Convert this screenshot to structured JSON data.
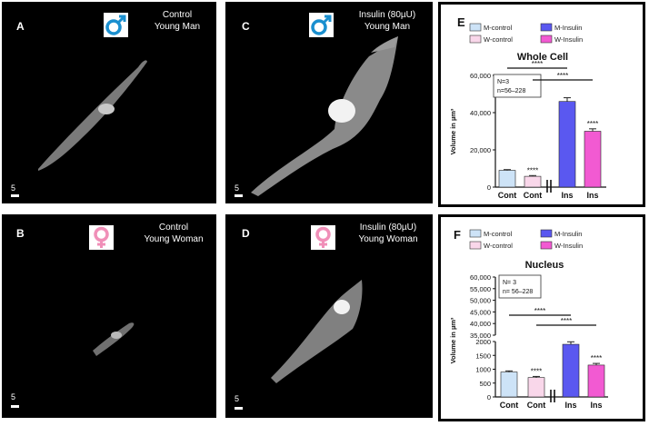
{
  "panels": {
    "A": {
      "letter": "A",
      "title1": "Control",
      "title2": "Young Man",
      "symbol": "male-symbol-icon",
      "scale": "5"
    },
    "B": {
      "letter": "B",
      "title1": "Control",
      "title2": "Young Woman",
      "symbol": "female-symbol-icon",
      "scale": "5"
    },
    "C": {
      "letter": "C",
      "title1": "Insulin (80µU)",
      "title2": "Young Man",
      "symbol": "male-symbol-icon",
      "scale": "5"
    },
    "D": {
      "letter": "D",
      "title1": "Insulin (80µU)",
      "title2": "Young Woman",
      "symbol": "female-symbol-icon",
      "scale": "5"
    }
  },
  "colors": {
    "male": "#1a8fcf",
    "female": "#f08fb8",
    "m_control": "#cde3f7",
    "w_control": "#f9d7ea",
    "m_insulin": "#5a58f0",
    "w_insulin": "#f25ad2"
  },
  "chart_data": [
    {
      "panel": "E",
      "type": "bar",
      "title": "Whole Cell",
      "ylabel": "Volume in µm³",
      "legend": [
        "M-control",
        "W-control",
        "M-Insulin",
        "W-Insulin"
      ],
      "categories": [
        "Cont",
        "Cont",
        "Ins",
        "Ins"
      ],
      "values": [
        9000,
        5800,
        46000,
        30000
      ],
      "errors": [
        400,
        400,
        2000,
        1300
      ],
      "ylim": [
        0,
        60000
      ],
      "yticks": [
        "0",
        "20,000",
        "40,000",
        "60,000"
      ],
      "annotations": [
        "****",
        "****",
        "****",
        "****"
      ],
      "stats": [
        "N=3",
        "n=56–228"
      ]
    },
    {
      "panel": "F",
      "type": "bar",
      "title": "Nucleus",
      "ylabel": "Volume in µm³",
      "legend": [
        "M-control",
        "W-control",
        "M-Insulin",
        "W-Insulin"
      ],
      "categories": [
        "Cont",
        "Cont",
        "Ins",
        "Ins"
      ],
      "values": [
        900,
        700,
        1900,
        1150
      ],
      "errors": [
        40,
        40,
        90,
        60
      ],
      "ylim_lower": [
        0,
        2000
      ],
      "ylim_upper": [
        35000,
        60000
      ],
      "yticks_lower": [
        "0",
        "500",
        "1000",
        "1500",
        "2000"
      ],
      "yticks_upper": [
        "35,000",
        "40,000",
        "45,000",
        "50,000",
        "55,000",
        "60,000"
      ],
      "annotations": [
        "****",
        "****",
        "****",
        "****"
      ],
      "stats": [
        "N= 3",
        "n= 56–228"
      ]
    }
  ]
}
